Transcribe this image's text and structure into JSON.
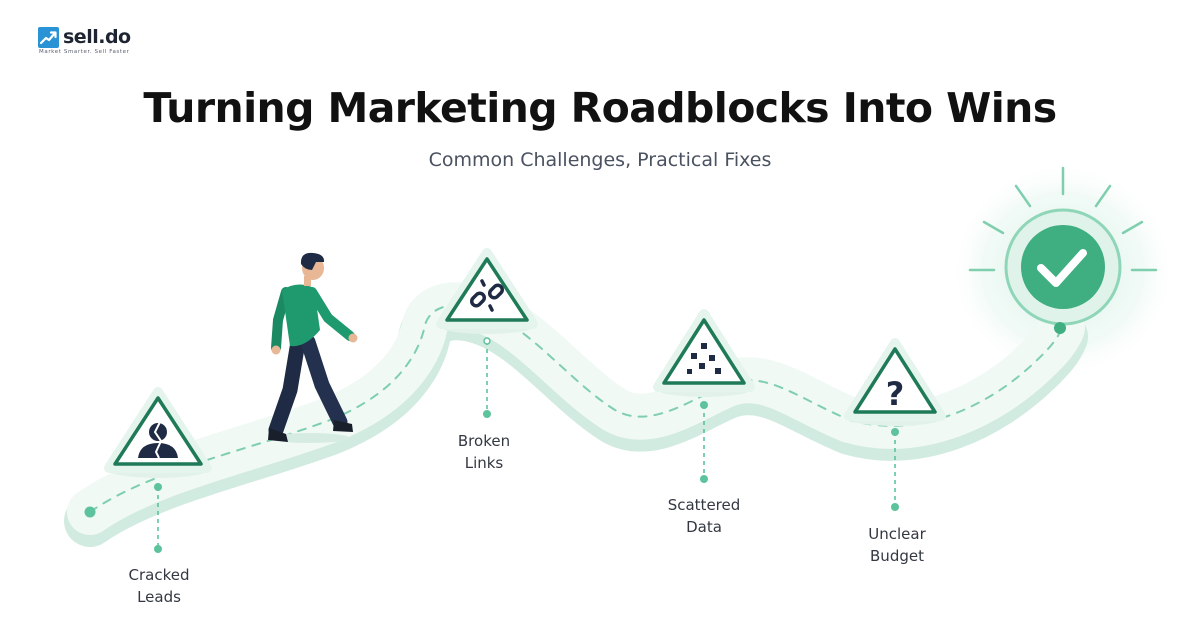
{
  "brand": {
    "name": "sell.do",
    "tagline": "Market Smarter. Sell Faster",
    "accent": "#2a93d5"
  },
  "title": "Turning Marketing Roadblocks Into Wins",
  "subtitle": "Common Challenges, Practical Fixes",
  "colors": {
    "green": "#1f7a58",
    "green_soft": "#5cc39c",
    "road": "#eef7f3",
    "navy": "#1f2a44",
    "shirt": "#1e9a6e"
  },
  "milestones": [
    {
      "line1": "Cracked",
      "line2": "Leads",
      "icon": "cracked-person-icon"
    },
    {
      "line1": "Broken",
      "line2": "Links",
      "icon": "broken-link-icon"
    },
    {
      "line1": "Scattered",
      "line2": "Data",
      "icon": "scattered-squares-icon"
    },
    {
      "line1": "Unclear",
      "line2": "Budget",
      "icon": "question-mark-icon"
    }
  ],
  "goal": {
    "icon": "check-mark-icon"
  }
}
